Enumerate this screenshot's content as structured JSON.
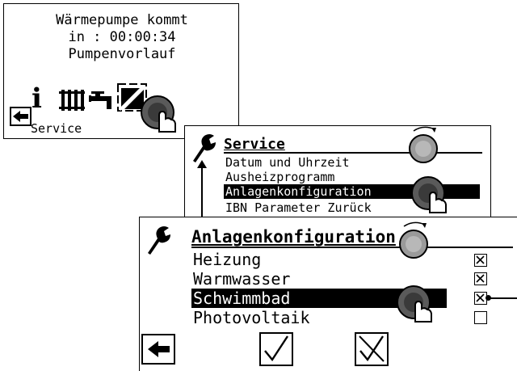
{
  "screen1": {
    "lines": [
      "Wärmepumpe kommt",
      "in  :  00:00:34",
      "Pumpenvorlauf"
    ],
    "info_glyph": "i",
    "service_label": "Service"
  },
  "screen2": {
    "title": "Service",
    "items": [
      "Datum und Uhrzeit",
      "Ausheizprogramm",
      "Anlagenkonfiguration",
      "IBN Parameter Zurück"
    ]
  },
  "screen3": {
    "title": "Anlagenkonfiguration",
    "items": [
      {
        "label": "Heizung",
        "checked": true
      },
      {
        "label": "Warmwasser",
        "checked": true
      },
      {
        "label": "Schwimmbad",
        "checked": true,
        "selected": true
      },
      {
        "label": "Photovoltaik",
        "checked": false
      }
    ]
  },
  "icons": [
    "back-arrow-icon",
    "info-icon",
    "radiator-icon",
    "tap-icon",
    "cooling-icon",
    "wrench-icon",
    "turn-knob-icon",
    "press-knob-icon",
    "confirm-check-icon",
    "cancel-check-icon"
  ]
}
